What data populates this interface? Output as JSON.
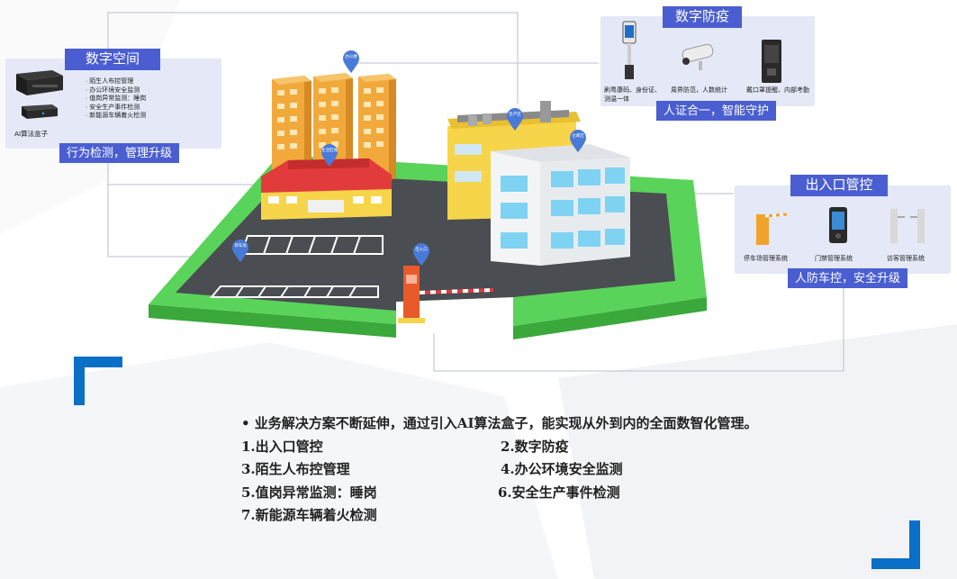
{
  "panels": {
    "space": {
      "title": "数字空间",
      "device_label": "AI算法盒子",
      "items": [
        "· 陌生人布控管理",
        "· 办公环境安全监测",
        "· 值岗异常监测：睡岗",
        "· 安全生产事件检测",
        "· 新能源车辆着火检测"
      ],
      "tag": "行为检测，管理升级"
    },
    "epidemic": {
      "title": "数字防疫",
      "device1_line1": "刷粤康码、身份证、",
      "device1_line2": "测温一体",
      "device2": "周界防范，人数统计",
      "device3": "戴口罩提醒、内部考勤",
      "tag": "人证合一，智能守护"
    },
    "entrance": {
      "title": "出入口管控",
      "device1": "停车场管理系统",
      "device2": "门禁管理系统",
      "device3": "访客管理系统",
      "tag": "人防车控，安全升级"
    }
  },
  "pins": {
    "office": "办公楼",
    "production": "生产区",
    "warehouse": "仓库区",
    "living": "生活区域",
    "parking": "停车场",
    "gate": "出入口"
  },
  "text": {
    "intro": "• 业务解决方案不断延伸，通过引入AI算法盒子，能实现从外到内的全面数智化管理。",
    "items": [
      "1.出入口管控",
      "2.数字防疫",
      "3.陌生人布控管理",
      "4.办公环境安全监测",
      "5.值岗异常监测：睡岗",
      "6.安全生产事件检测",
      "7.新能源车辆着火检测"
    ]
  },
  "colors": {
    "accent": "#4a5ed1",
    "panel_bg": "#e4e8f7",
    "corner": "#0a6fc6",
    "grass": "#5ad35a",
    "road": "#4a4d52"
  }
}
